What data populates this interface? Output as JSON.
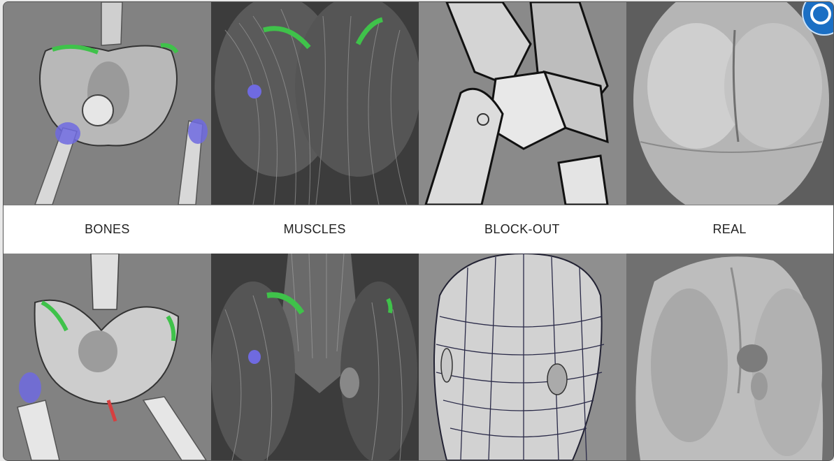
{
  "labels": {
    "bones": "BONES",
    "muscles": "MUSCLES",
    "blockout": "BLOCK-OUT",
    "real": "REAL"
  },
  "colors": {
    "background": "#7b7b7b",
    "label_band": "#ffffff",
    "highlight_green": "#3fc24a",
    "highlight_blue": "#6f6ae0",
    "highlight_red": "#d64040",
    "badge_blue": "#1b6fc4"
  },
  "icons": {
    "corner_badge": "zoom-lens-icon"
  }
}
